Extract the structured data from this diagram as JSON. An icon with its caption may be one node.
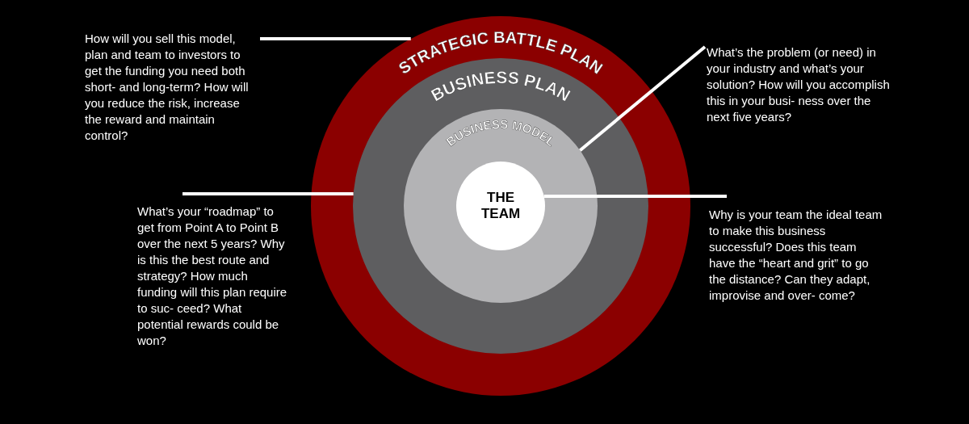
{
  "diagram": {
    "nodes": [
      {
        "text": [
          "STRATEGIC BATTLE PLAN"
        ]
      },
      {
        "text": [
          "BUSINESS PLAN"
        ],
        "in": 0
      },
      {
        "text": [
          "BUSINESS MODEL"
        ],
        "in": 1
      },
      {
        "text": [
          "THE TEAM"
        ],
        "in": 2
      },
      {
        "text": [
          "How will you sell this model, plan and team to investors to get the funding you need both short- and long-term? How will you reduce the risk, increase the reward and maintain control?"
        ]
      },
      {
        "text": [
          "What’s the problem (or need) in your industry and what’s your solution? How will you accomplish this in your busi- ness over the next five years?"
        ]
      },
      {
        "text": [
          "What’s your “roadmap” to get from Point A to Point B over the next 5 years?  Why is this the best route and strategy? How much funding will this plan require to suc- ceed?  What potential rewards could be won?"
        ]
      },
      {
        "text": [
          "Why is your team the ideal team to make this business successful?  Does this team have the “heart and grit” to go the distance?  Can they adapt, improvise and over- come?"
        ]
      }
    ],
    "edges": [
      {
        "from": 4,
        "to": 0,
        "arrow": "none"
      },
      {
        "from": 5,
        "to": 2,
        "arrow": "none"
      },
      {
        "from": 6,
        "to": 1,
        "arrow": "none"
      },
      {
        "from": 3,
        "to": 7,
        "arrow": "none"
      }
    ]
  }
}
